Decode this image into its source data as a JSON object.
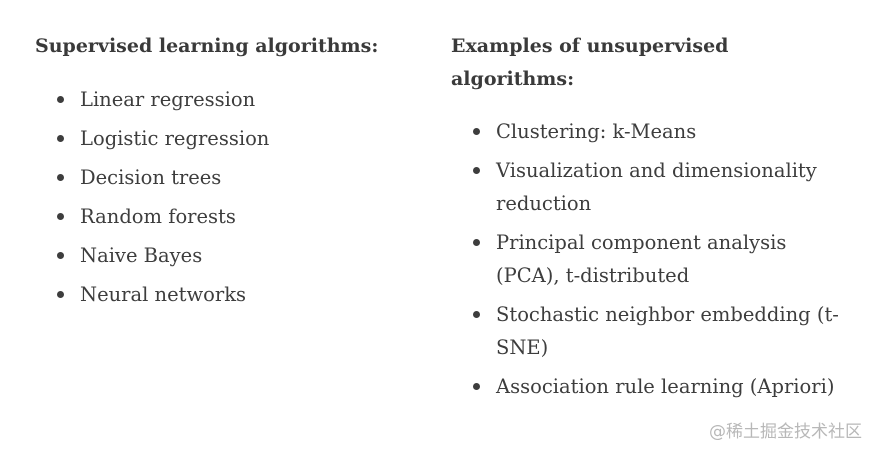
{
  "left": {
    "heading": "Supervised learning algorithms:",
    "items": [
      "Linear regression",
      "Logistic regression",
      "Decision trees",
      "Random forests",
      "Naive Bayes",
      "Neural networks"
    ]
  },
  "right": {
    "heading_line1": "Examples of unsupervised",
    "heading_line2": "algorithms:",
    "items": [
      {
        "line1": "Clustering: k-Means",
        "line2": ""
      },
      {
        "line1": "Visualization and dimensionality",
        "line2": "reduction"
      },
      {
        "line1": "Principal component analysis",
        "line2": "(PCA), t-distributed"
      },
      {
        "line1": "Stochastic neighbor embedding (t-",
        "line2": "SNE)"
      },
      {
        "line1": "Association rule learning (Apriori)",
        "line2": ""
      }
    ]
  },
  "watermark": "@稀土掘金技术社区"
}
